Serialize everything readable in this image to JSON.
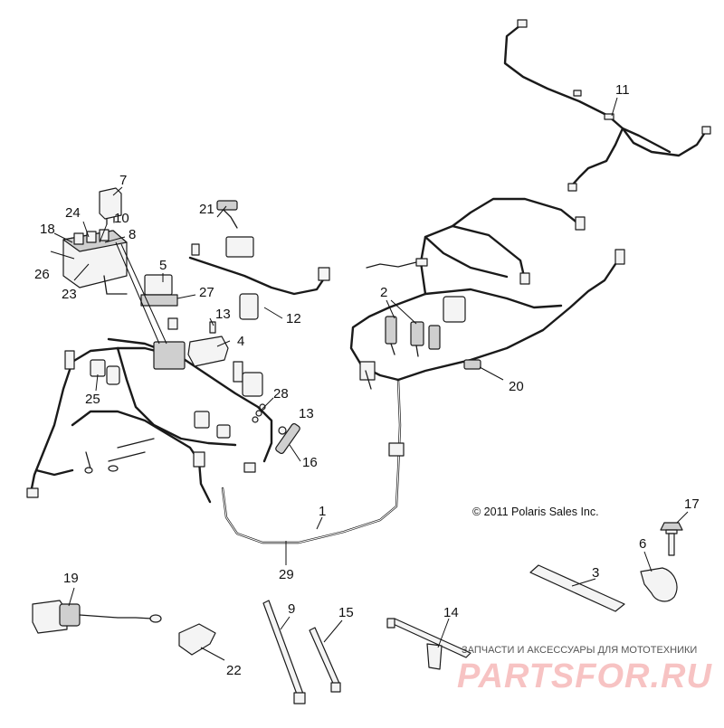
{
  "copyright": "© 2011 Polaris Sales Inc.",
  "watermark": {
    "tagline": "ЗАПЧАСТИ И АКСЕССУАРЫ ДЛЯ МОТОТЕХНИКИ",
    "brand": "PARTSFOR.RU"
  },
  "callouts": {
    "p1": "1",
    "p2": "2",
    "p3": "3",
    "p4": "4",
    "p5": "5",
    "p6": "6",
    "p7": "7",
    "p8": "8",
    "p9": "9",
    "p10": "10",
    "p11": "11",
    "p12": "12",
    "p13a": "13",
    "p13b": "13",
    "p14": "14",
    "p15": "15",
    "p16": "16",
    "p17": "17",
    "p18": "18",
    "p19": "19",
    "p20": "20",
    "p21": "21",
    "p22": "22",
    "p23": "23",
    "p24": "24",
    "p25": "25",
    "p26": "26",
    "p27": "27",
    "p28": "28",
    "p29": "29"
  }
}
